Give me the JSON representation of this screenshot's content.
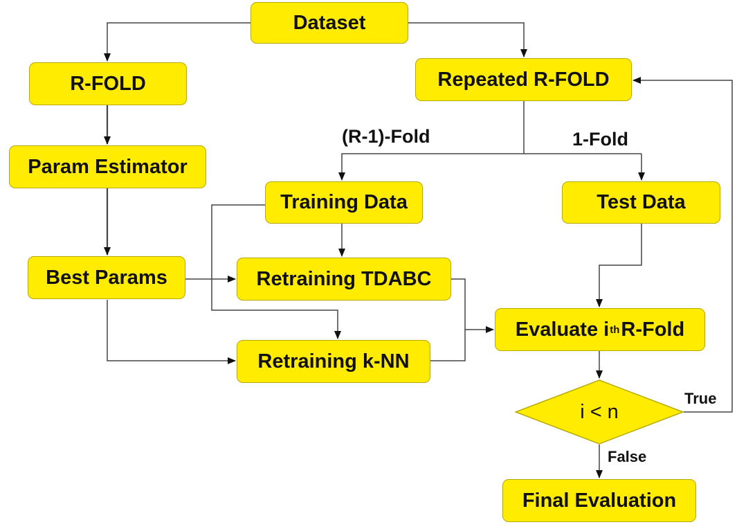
{
  "nodes": {
    "dataset": "Dataset",
    "r_fold": "R-FOLD",
    "repeated_r_fold": "Repeated R-FOLD",
    "param_estimator": "Param Estimator",
    "best_params": "Best Params",
    "training_data": "Training Data",
    "test_data": "Test Data",
    "retraining_tdabc": "Retraining TDABC",
    "retraining_knn": "Retraining k-NN",
    "evaluate_prefix": "Evaluate i",
    "evaluate_sup": "th",
    "evaluate_suffix": "R-Fold",
    "decision": "i < n",
    "final_evaluation": "Final Evaluation"
  },
  "edge_labels": {
    "r_minus_1_fold": "(R-1)-Fold",
    "one_fold": "1-Fold",
    "true": "True",
    "false": "False"
  },
  "colors": {
    "node_fill": "#ffec00",
    "node_border": "#b8a800",
    "line": "#333333"
  }
}
